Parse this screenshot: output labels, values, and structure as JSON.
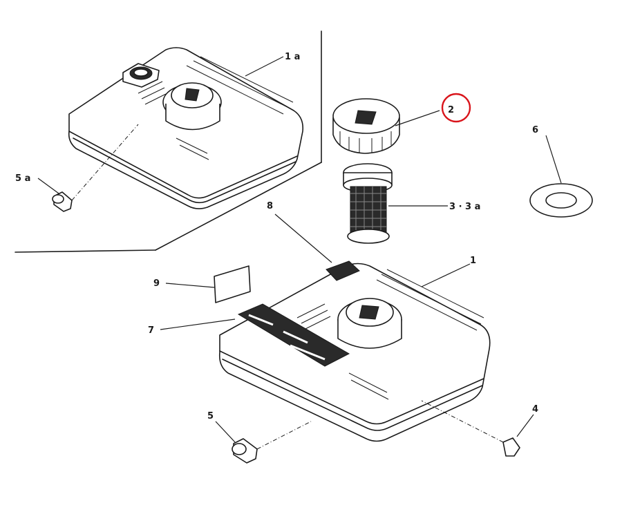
{
  "labels": {
    "tank_old": "1 a",
    "tank_new": "1",
    "cap": "2",
    "strainer": "3 · 3 a",
    "drain_bolt": "4",
    "drain_plug": "5",
    "drain_plug_old": "5 a",
    "gasket": "6",
    "label_7": "7",
    "label_8": "8",
    "label_9": "9"
  },
  "highlight": {
    "target": "cap",
    "color": "#d9141b"
  }
}
